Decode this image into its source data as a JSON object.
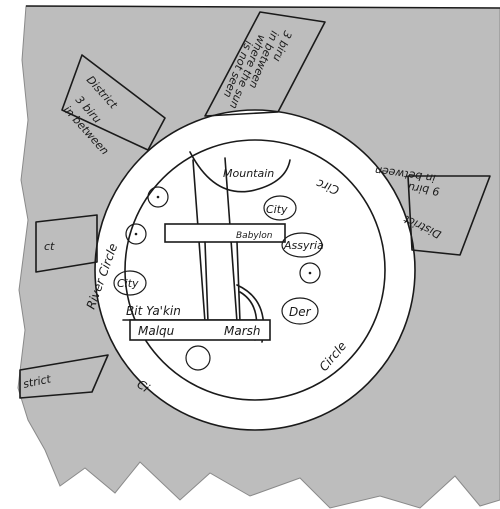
{
  "labels": {
    "mountain": "Mountain",
    "city_right": "City",
    "babylon": "Babylon",
    "assyria": "Assyria",
    "city_left": "City",
    "der": "Der",
    "bit_yakin": "Bit Ya'kin",
    "malqu": "Malqu",
    "marsh": "Marsh",
    "river_circle": "River Circle",
    "circle_bottom": "Circle",
    "circle_bottom_left": "Ci",
    "circ_top_right": "Circ",
    "district_upper_left": "District",
    "biru_upper_left_1": "3 biru",
    "biru_upper_left_2": "in between",
    "biru_top_1": "3 biru",
    "biru_top_2": "in between",
    "biru_top_3": "where the sun",
    "biru_top_4": "is not seen",
    "biru_right_1": "9 biru",
    "biru_right_2": "in between",
    "district_right": "District",
    "ct_left": "ct",
    "district_lower_left": "strict"
  },
  "colors": {
    "tablet": "#bdbdbd",
    "ink": "#1a1a1a",
    "paper": "#ffffff"
  }
}
